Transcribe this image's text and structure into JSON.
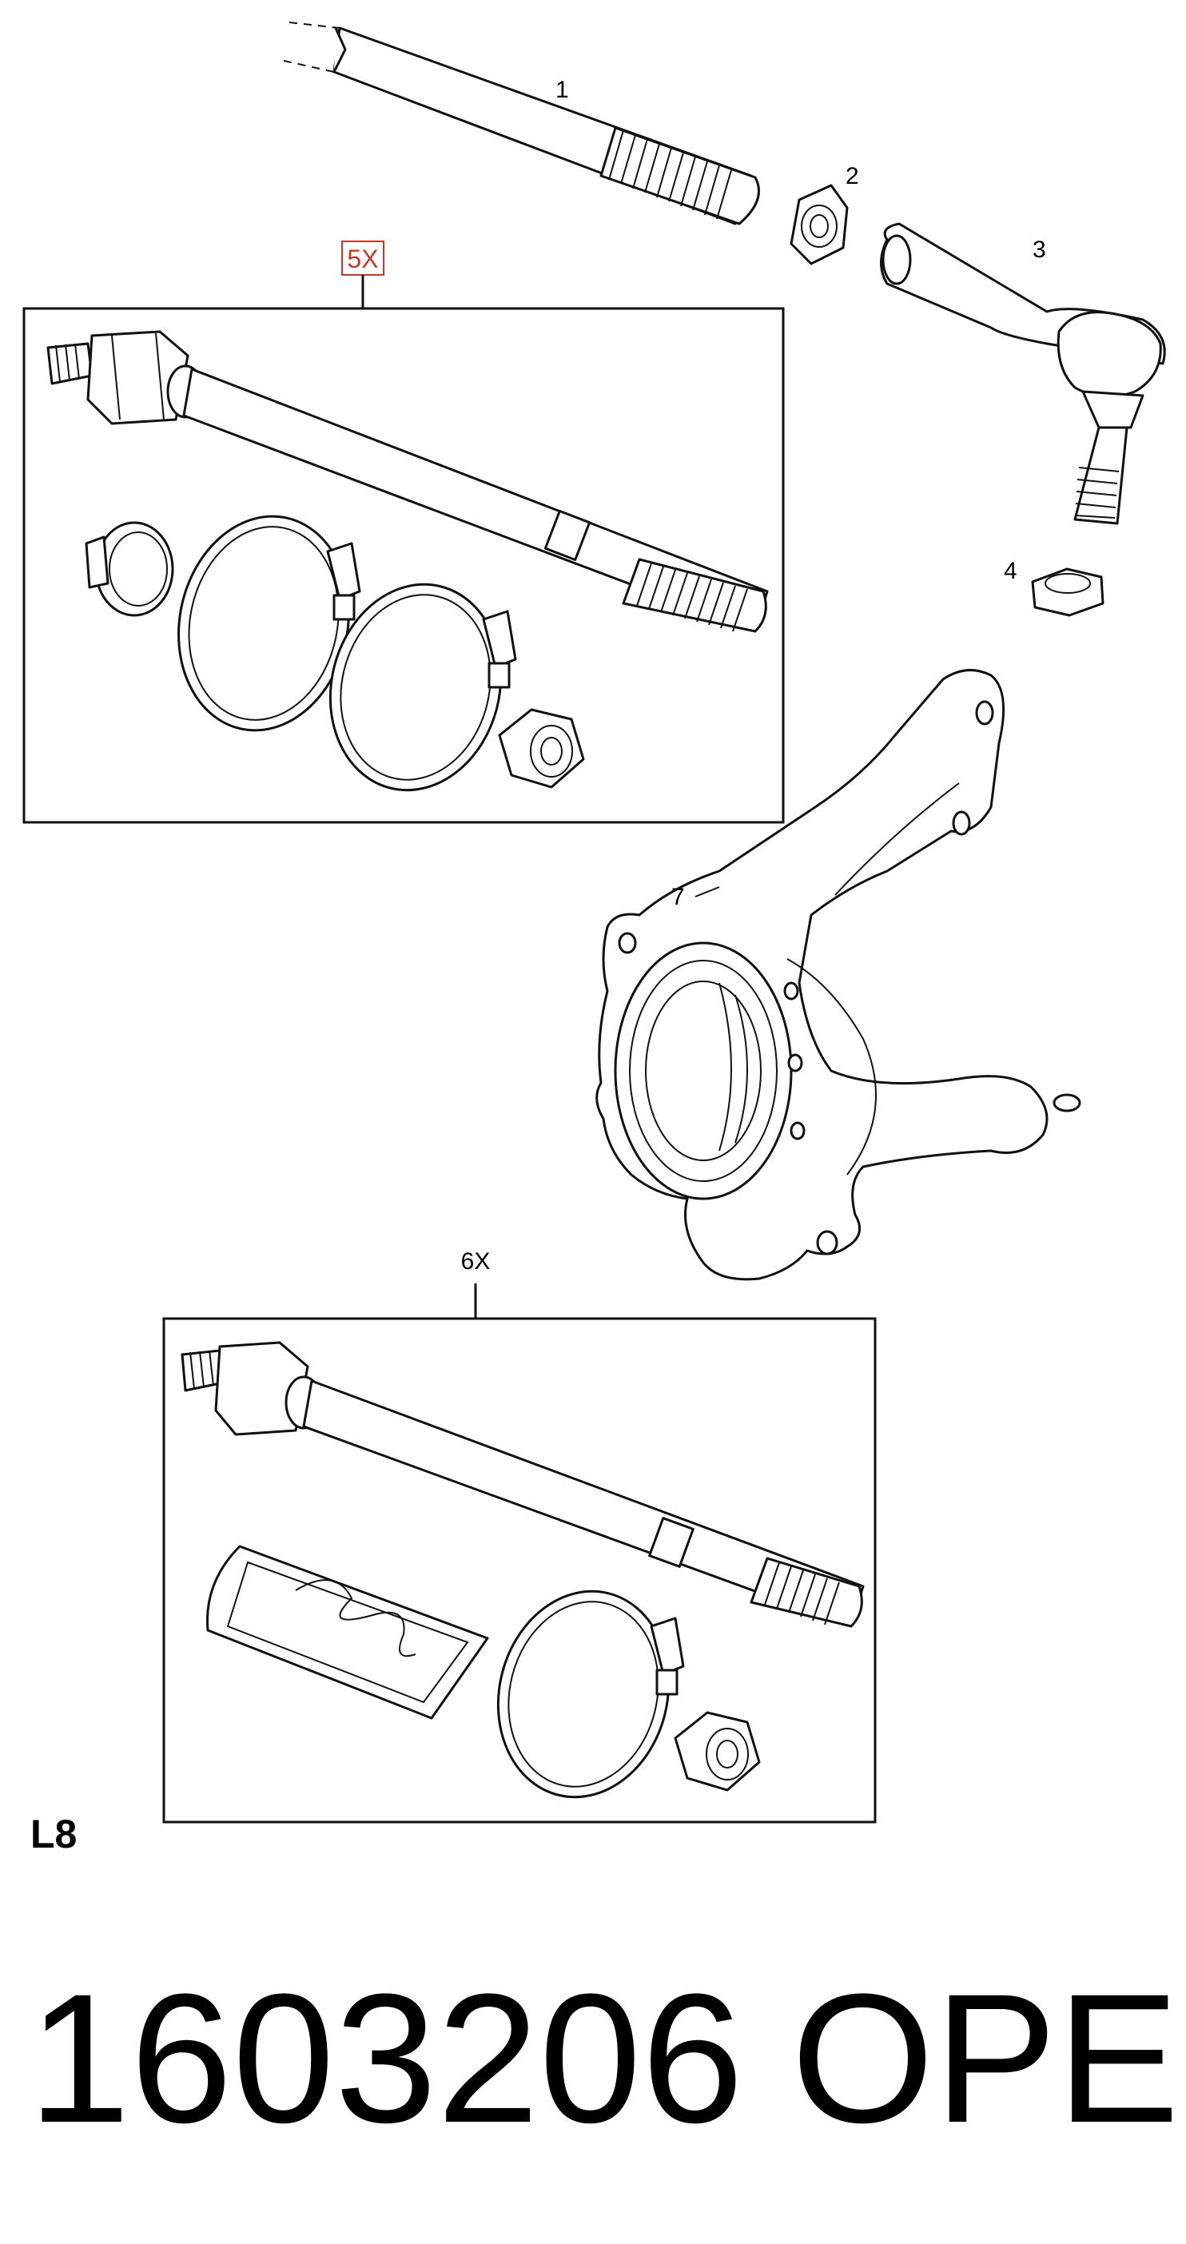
{
  "callouts": {
    "c1": "1",
    "c2": "2",
    "c3": "3",
    "c4": "4",
    "c7": "7",
    "kit_a": "5X",
    "kit_b": "6X"
  },
  "section_code": "L8",
  "part_number": "1603206",
  "brand": "OPEL",
  "colors": {
    "highlight_callout": "#c0392b"
  }
}
